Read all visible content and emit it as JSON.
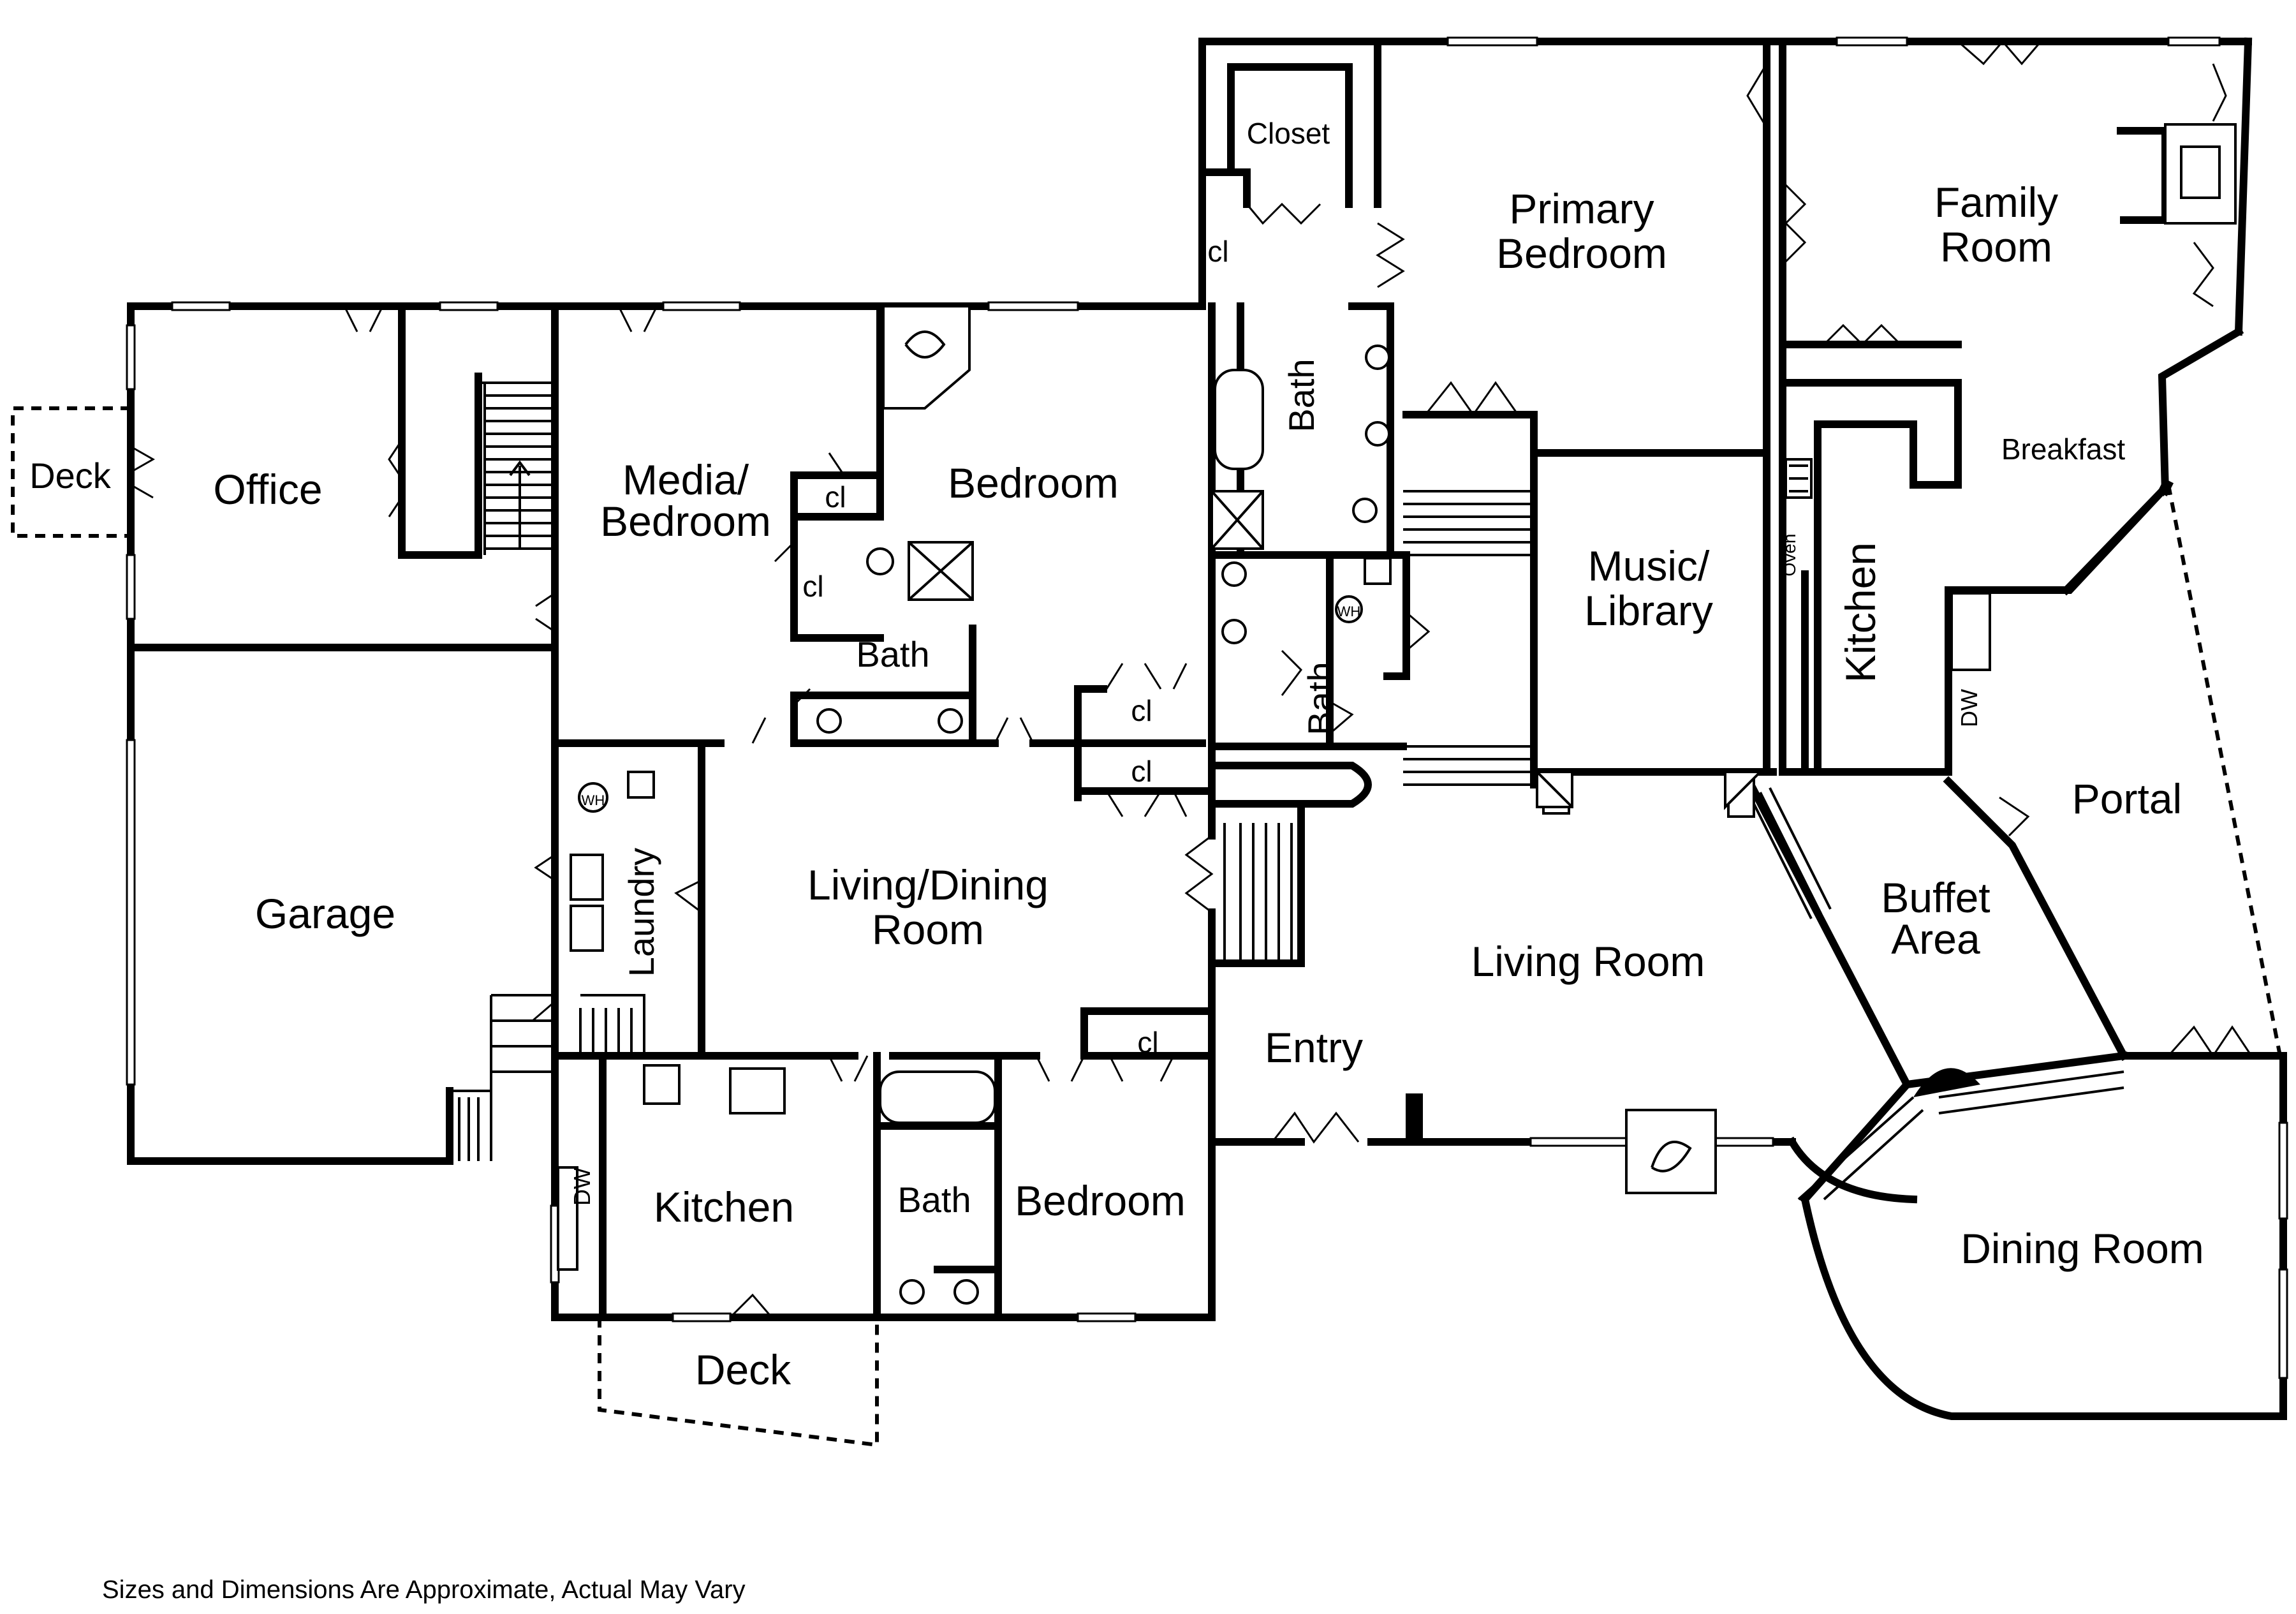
{
  "rooms": {
    "deck_left": "Deck",
    "office": "Office",
    "media_line1": "Media/",
    "media_line2": "Bedroom",
    "bedroom_upper": "Bedroom",
    "closet": "Closet",
    "primary_line1": "Primary",
    "primary_line2": "Bedroom",
    "family_line1": "Family",
    "family_line2": "Room",
    "breakfast": "Breakfast",
    "kitchen_right": "Kitchen",
    "music_line1": "Music/",
    "music_line2": "Library",
    "bath_primary": "Bath",
    "bath_upper": "Bath",
    "bath_mid": "Bath",
    "bath_lower": "Bath",
    "garage": "Garage",
    "laundry": "Laundry",
    "living_dining_line1": "Living/Dining",
    "living_dining_line2": "Room",
    "living_room": "Living Room",
    "entry": "Entry",
    "portal": "Portal",
    "buffet_line1": "Buffet",
    "buffet_line2": "Area",
    "dining_room": "Dining Room",
    "kitchen_lower": "Kitchen",
    "bedroom_lower": "Bedroom",
    "deck_lower": "Deck"
  },
  "small_labels": {
    "cl_primary": "cl",
    "cl_media_1": "cl",
    "cl_media_2": "cl",
    "cl_hall_1": "cl",
    "cl_hall_2": "cl",
    "cl_lower": "cl",
    "wh_laundry": "WH",
    "wh_bath": "WH",
    "dw_lower": "DW",
    "dw_right": "DW",
    "oven": "Oven"
  },
  "footer": {
    "disclaimer": "Sizes and Dimensions Are Approximate, Actual May Vary"
  }
}
